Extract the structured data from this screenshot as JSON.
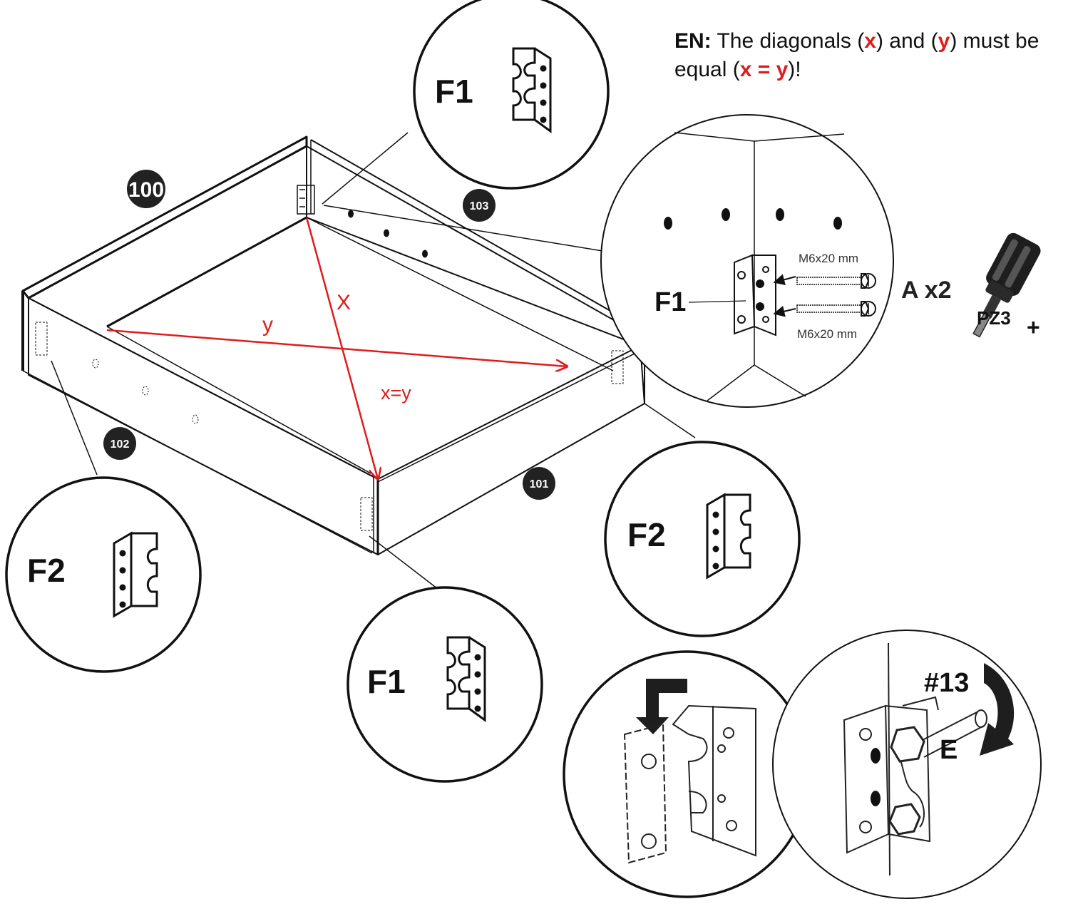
{
  "note": {
    "lang": "EN:",
    "t1": " The diagonals (",
    "x": "x",
    "t2": ") and (",
    "y": "y",
    "t3": ") must be equal (",
    "eq": "x = y",
    "t4": ")!"
  },
  "parts": {
    "p100": "100",
    "p101": "101",
    "p102": "102",
    "p103": "103"
  },
  "diagonals": {
    "x_label": "X",
    "y_label": "y",
    "eq_label": "x=y"
  },
  "callouts": {
    "f1_top": "F1",
    "f2_left": "F2",
    "f1_bottom": "F1",
    "f2_right": "F2"
  },
  "detail": {
    "f1_label": "F1",
    "screw_top": "M6x20 mm",
    "screw_bottom": "M6x20 mm",
    "qty": "A x2",
    "tool": "PZ3",
    "tool_sign": "+"
  },
  "step2": {
    "wrench": "#13",
    "part": "E"
  },
  "colors": {
    "accent_red": "#e01b1b",
    "line": "#111111",
    "badge": "#222222"
  }
}
